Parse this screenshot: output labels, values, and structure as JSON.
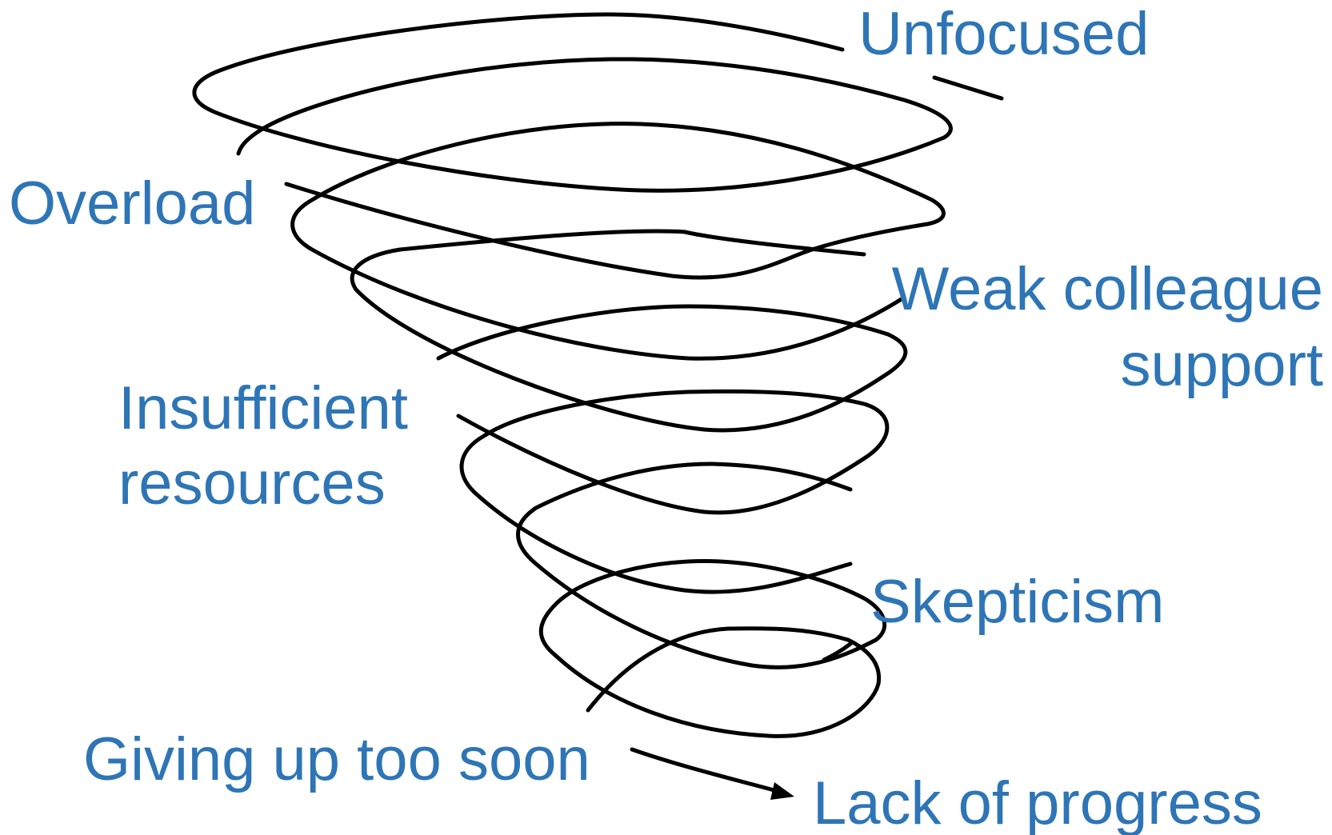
{
  "diagram": {
    "labels": {
      "unfocused": "Unfocused",
      "overload": "Overload",
      "weak_colleague_support_line1": "Weak colleague",
      "weak_colleague_support_line2": "support",
      "insufficient_resources_line1": "Insufficient",
      "insufficient_resources_line2": "resources",
      "skepticism": "Skepticism",
      "giving_up_too_soon": "Giving up too soon",
      "lack_of_progress": "Lack of progress"
    },
    "colors": {
      "label": "#2e75b6",
      "spiral": "#000000",
      "background": "#ffffff"
    }
  }
}
